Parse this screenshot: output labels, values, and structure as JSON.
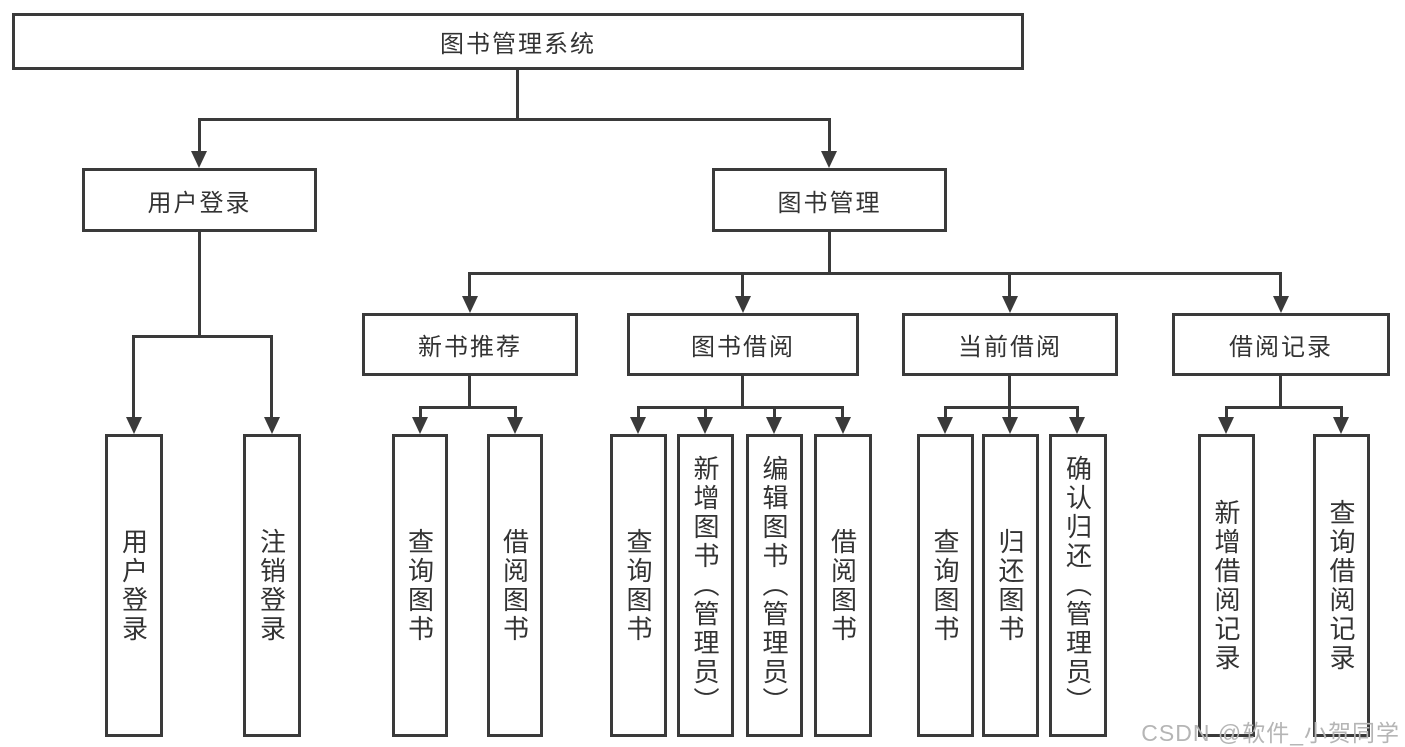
{
  "diagram": {
    "root": {
      "label": "图书管理系统"
    },
    "level2": [
      {
        "label": "用户登录",
        "leaves": [
          {
            "label": "用户登录"
          },
          {
            "label": "注销登录"
          }
        ]
      },
      {
        "label": "图书管理",
        "children": [
          {
            "label": "新书推荐",
            "leaves": [
              {
                "label": "查询图书"
              },
              {
                "label": "借阅图书"
              }
            ]
          },
          {
            "label": "图书借阅",
            "leaves": [
              {
                "label": "查询图书"
              },
              {
                "label": "新增图书（管理员）"
              },
              {
                "label": "编辑图书（管理员）"
              },
              {
                "label": "借阅图书"
              }
            ]
          },
          {
            "label": "当前借阅",
            "leaves": [
              {
                "label": "查询图书"
              },
              {
                "label": "归还图书"
              },
              {
                "label": "确认归还（管理员）"
              }
            ]
          },
          {
            "label": "借阅记录",
            "leaves": [
              {
                "label": "新增借阅记录"
              },
              {
                "label": "查询借阅记录"
              }
            ]
          }
        ]
      }
    ]
  },
  "watermark": {
    "text": "CSDN @软件_小贺同学"
  },
  "colors": {
    "line": "#3a3a3a",
    "text": "#333333",
    "background": "#ffffff",
    "watermark": "#b5b5b5"
  }
}
